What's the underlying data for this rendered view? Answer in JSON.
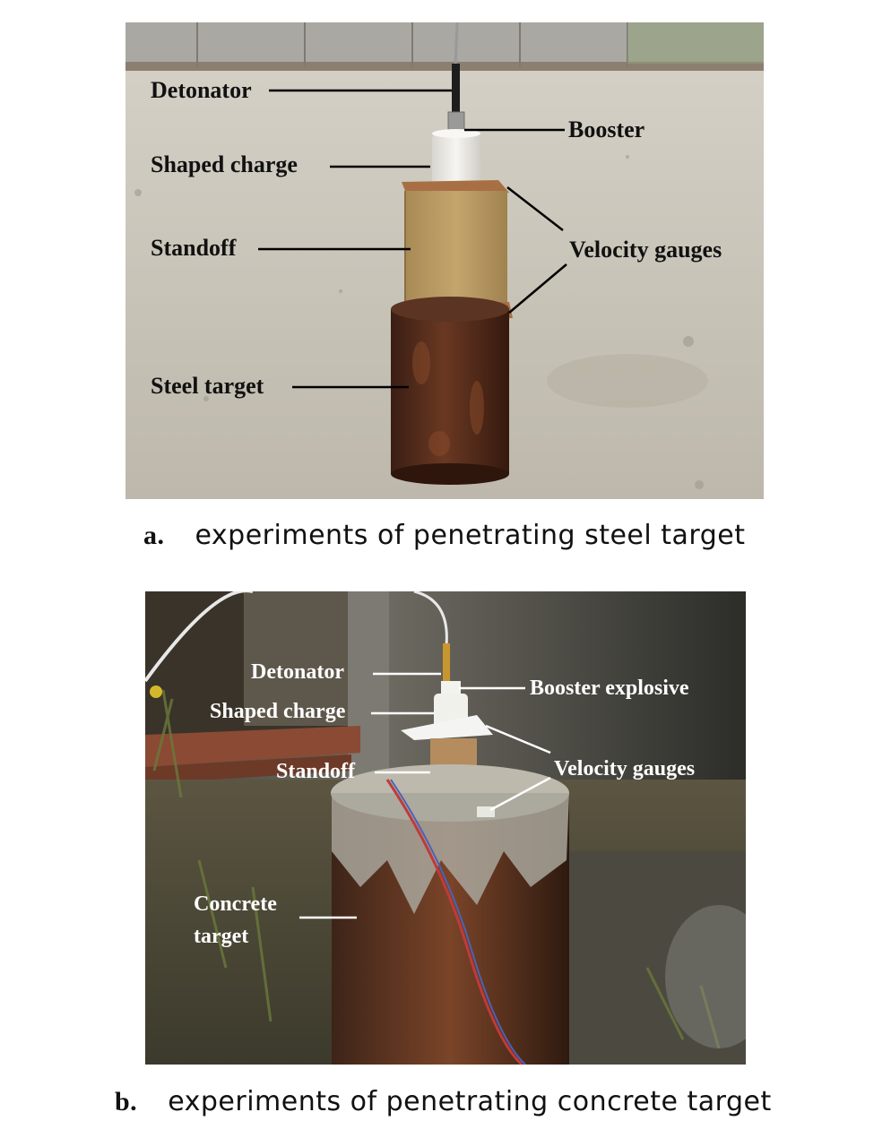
{
  "figure": {
    "panel_a": {
      "labels": {
        "detonator": "Detonator",
        "booster": "Booster",
        "shaped_charge": "Shaped charge",
        "standoff": "Standoff",
        "velocity_gauges": "Velocity gauges",
        "steel_target": "Steel target"
      },
      "caption_tag": "a.",
      "caption_text": "experiments of penetrating steel target"
    },
    "panel_b": {
      "labels": {
        "detonator": "Detonator",
        "booster_explosive": "Booster explosive",
        "shaped_charge": "Shaped charge",
        "standoff": "Standoff",
        "velocity_gauges": "Velocity gauges",
        "concrete_line1": "Concrete",
        "concrete_line2": "target"
      },
      "caption_tag": "b.",
      "caption_text": "experiments of penetrating concrete target"
    }
  },
  "colors": {
    "ground": "#c9c4b8",
    "cardboard": "#b89a62",
    "rust": "#5a2e1e",
    "charge_white": "#eeeeea",
    "dark_wall": "#2f302c"
  }
}
